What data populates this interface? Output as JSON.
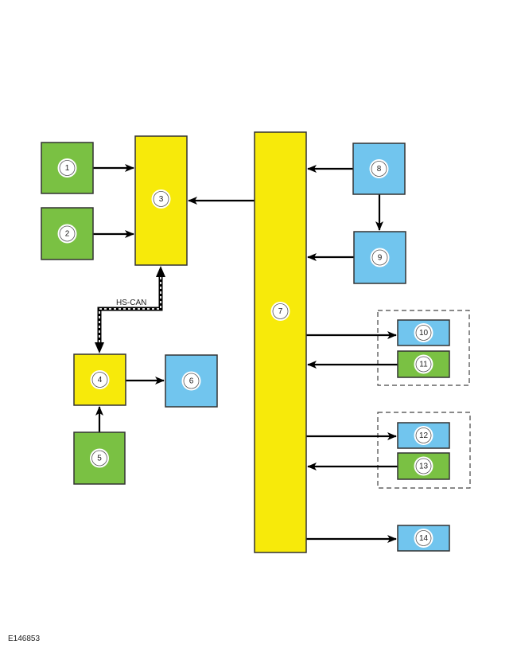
{
  "colors": {
    "green": "#7ac143",
    "yellow": "#f7ea0a",
    "blue": "#71c5ee"
  },
  "components": [
    {
      "id": "1",
      "color": "green"
    },
    {
      "id": "2",
      "color": "green"
    },
    {
      "id": "3",
      "color": "yellow"
    },
    {
      "id": "4",
      "color": "yellow"
    },
    {
      "id": "5",
      "color": "green"
    },
    {
      "id": "6",
      "color": "blue"
    },
    {
      "id": "7",
      "color": "yellow"
    },
    {
      "id": "8",
      "color": "blue"
    },
    {
      "id": "9",
      "color": "blue"
    },
    {
      "id": "10",
      "color": "blue"
    },
    {
      "id": "11",
      "color": "green"
    },
    {
      "id": "12",
      "color": "blue"
    },
    {
      "id": "13",
      "color": "green"
    },
    {
      "id": "14",
      "color": "blue"
    }
  ],
  "connections": [
    {
      "from": "1",
      "to": "3"
    },
    {
      "from": "2",
      "to": "3"
    },
    {
      "from": "7",
      "to": "3"
    },
    {
      "from": "8",
      "to": "7"
    },
    {
      "from": "8",
      "to": "9"
    },
    {
      "from": "9",
      "to": "7"
    },
    {
      "from": "7",
      "to": "10"
    },
    {
      "from": "11",
      "to": "7"
    },
    {
      "from": "7",
      "to": "12"
    },
    {
      "from": "13",
      "to": "7"
    },
    {
      "from": "7",
      "to": "14"
    },
    {
      "from": "4",
      "to": "6"
    },
    {
      "from": "5",
      "to": "4"
    },
    {
      "from": "3",
      "to": "4",
      "bidirectional": true,
      "type": "bus",
      "label": "HS-CAN"
    }
  ],
  "groups": [
    {
      "members": [
        "10",
        "11"
      ],
      "style": "dashed"
    },
    {
      "members": [
        "12",
        "13"
      ],
      "style": "dashed"
    }
  ],
  "bus_label": "HS-CAN",
  "figure_id": "E146853"
}
